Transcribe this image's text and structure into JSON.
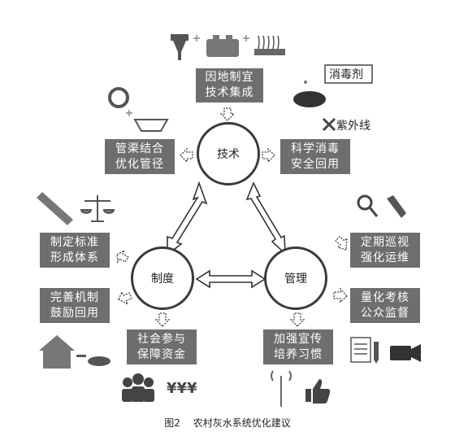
{
  "circles": {
    "tech": "技术",
    "system": "制度",
    "manage": "管理"
  },
  "boxes": {
    "top": [
      "因地制宜",
      "技术集成"
    ],
    "tech_left": [
      "管渠结合",
      "优化管径"
    ],
    "tech_right": [
      "科学消毒",
      "安全回用"
    ],
    "sys_upper": [
      "制定标准",
      "形成体系"
    ],
    "sys_lower": [
      "完善机制",
      "鼓励回用"
    ],
    "sys_bottom": [
      "社会参与",
      "保障资金"
    ],
    "mgmt_upper": [
      "定期巡视",
      "强化运维"
    ],
    "mgmt_lower": [
      "量化考核",
      "公众监督"
    ],
    "mgmt_bottom": [
      "加强宣传",
      "培养习惯"
    ]
  },
  "icon_labels": {
    "disinfectant": "消毒剂",
    "uv": "紫外线",
    "money": "¥¥¥"
  },
  "caption": {
    "figure": "图2",
    "title": "农村灰水系统优化建议"
  },
  "colors": {
    "box": "#6e6e6e",
    "icon": "#555555",
    "line": "#3a3a3a"
  }
}
